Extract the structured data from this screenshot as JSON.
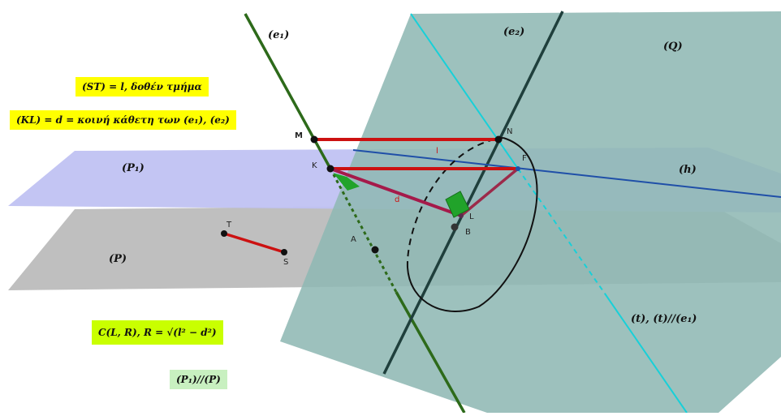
{
  "planes": {
    "Q": "(Q)",
    "P1": "(P₁)",
    "P": "(P)"
  },
  "lines": {
    "e1": "(e₁)",
    "e2": "(e₂)",
    "h": "(h)",
    "t": "(t),  (t)//(e₁)"
  },
  "points": {
    "M": "M",
    "N": "N",
    "K": "K",
    "F": "F",
    "L": "L",
    "B": "B",
    "A": "A",
    "T": "T",
    "S": "S"
  },
  "segments": {
    "l": "l",
    "d": "d"
  },
  "boxes": {
    "st": "(ST) = l,  δοθέν  τμήμα",
    "kl": "(KL) = d = κοινή κάθετη  των  (e₁), (e₂)",
    "circle": "C(L, R),   R = √(l² − d²)",
    "parallel": "(P₁)//(P)"
  },
  "colors": {
    "plane_Q": "#8fb8b4",
    "plane_P1": "#c0c2f2",
    "plane_P": "#bcbcbc",
    "e1_line": "#2d6a1a",
    "e2_line": "#1f3f3c",
    "t_line": "#18d0d8",
    "h_line": "#1f4fa8",
    "red_segment": "#cc1111",
    "green_mark": "#21a32a",
    "yellow_box": "#ffff00",
    "lime_box": "#c9ff00",
    "pale_box": "#c8f0c0"
  }
}
